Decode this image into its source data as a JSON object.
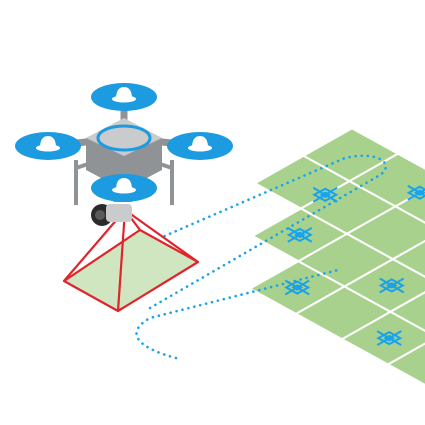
{
  "colors": {
    "field": "#a9d18e",
    "field_line": "#ffffff",
    "path": "#1aa3e8",
    "waypoint": "#1aa3e8",
    "frustum": "#e0242b",
    "drone_body": "#c9cbcd",
    "drone_dark": "#8f9396",
    "rotor": "#1c9be0",
    "camera": "#2b2b2b"
  },
  "icons": {
    "drone": "quadcopter-drone-icon",
    "waypoint": "target-crosshair-icon"
  },
  "grid": {
    "rows": 6,
    "columns": [
      {
        "col": 0,
        "row_start": 2,
        "row_end": 6
      },
      {
        "col": 1,
        "row_start": 1,
        "row_end": 6
      },
      {
        "col": 2,
        "row_start": 0,
        "row_end": 6
      },
      {
        "col": 3,
        "row_start": 0,
        "row_end": 4
      }
    ]
  },
  "waypoints": [
    {
      "col": 0,
      "row": 2.5
    },
    {
      "col": 0,
      "row": 4.5
    },
    {
      "col": 1,
      "row": 1.5
    },
    {
      "col": 1,
      "row": 3.5
    },
    {
      "col": 1,
      "row": 5.5
    },
    {
      "col": 2,
      "row": 1.0
    },
    {
      "col": 2,
      "row": 3.5
    },
    {
      "col": 3,
      "row": 2.0
    }
  ]
}
